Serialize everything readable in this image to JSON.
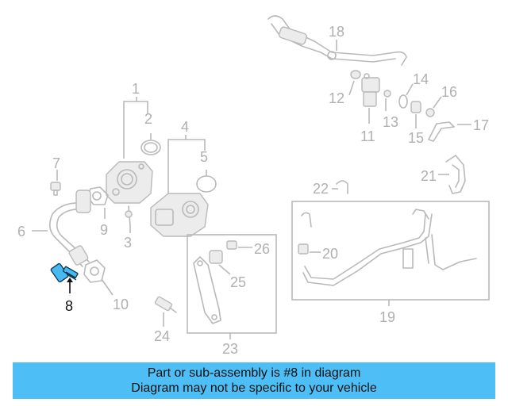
{
  "diagram": {
    "callouts": {
      "c1": "1",
      "c2": "2",
      "c3": "3",
      "c4": "4",
      "c5": "5",
      "c6": "6",
      "c7": "7",
      "c8": "8",
      "c9": "9",
      "c10": "10",
      "c11": "11",
      "c12": "12",
      "c13": "13",
      "c14": "14",
      "c15": "15",
      "c16": "16",
      "c17": "17",
      "c18": "18",
      "c19": "19",
      "c20": "20",
      "c21": "21",
      "c22": "22",
      "c23": "23",
      "c24": "24",
      "c25": "25",
      "c26": "26"
    },
    "highlight_color": "#48b8f0"
  },
  "banner": {
    "line1": "Part or sub-assembly is #8 in diagram",
    "line2": "Diagram may not be specific to your vehicle",
    "background": "#4dbef6"
  }
}
